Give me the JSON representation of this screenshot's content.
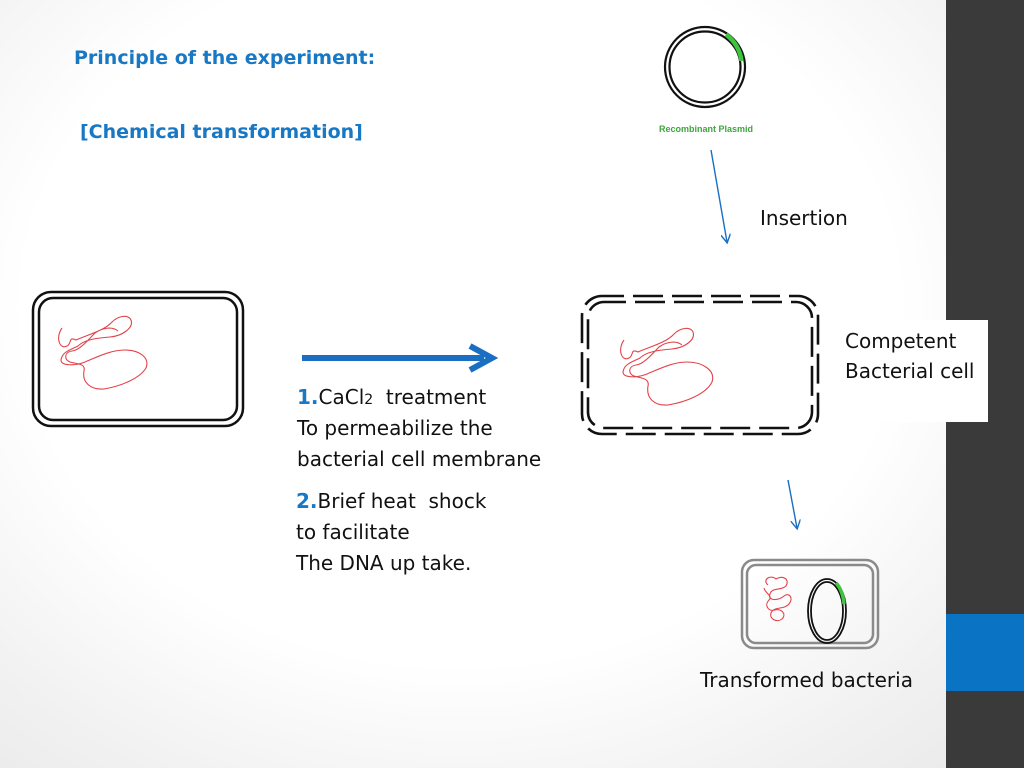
{
  "slide": {
    "title": "Principle of the experiment:",
    "subtitle": "[Chemical transformation]"
  },
  "plasmid": {
    "label": "Recombinant Plasmid",
    "ring_color": "#111111",
    "insert_color": "#3ec43e"
  },
  "labels": {
    "insertion": "Insertion",
    "competent_line1": "Competent",
    "competent_line2": "Bacterial cell",
    "transformed": "Transformed bacteria"
  },
  "steps": [
    {
      "number": "1.",
      "chem_main": "CaCl",
      "chem_sub": "2",
      "chem_rest": "  treatment",
      "lines": [
        "To permeabilize the",
        "bacterial cell membrane"
      ]
    },
    {
      "number": "2.",
      "first": "Brief heat  shock",
      "lines": [
        "to facilitate",
        "The DNA up take."
      ]
    }
  ],
  "colors": {
    "accent_blue": "#1878c4",
    "sidebar_dark": "#3a3a3a",
    "sidebar_accent": "#0a73c3",
    "dna_red": "#e2434b",
    "arrow_blue": "#1a6fc2"
  }
}
